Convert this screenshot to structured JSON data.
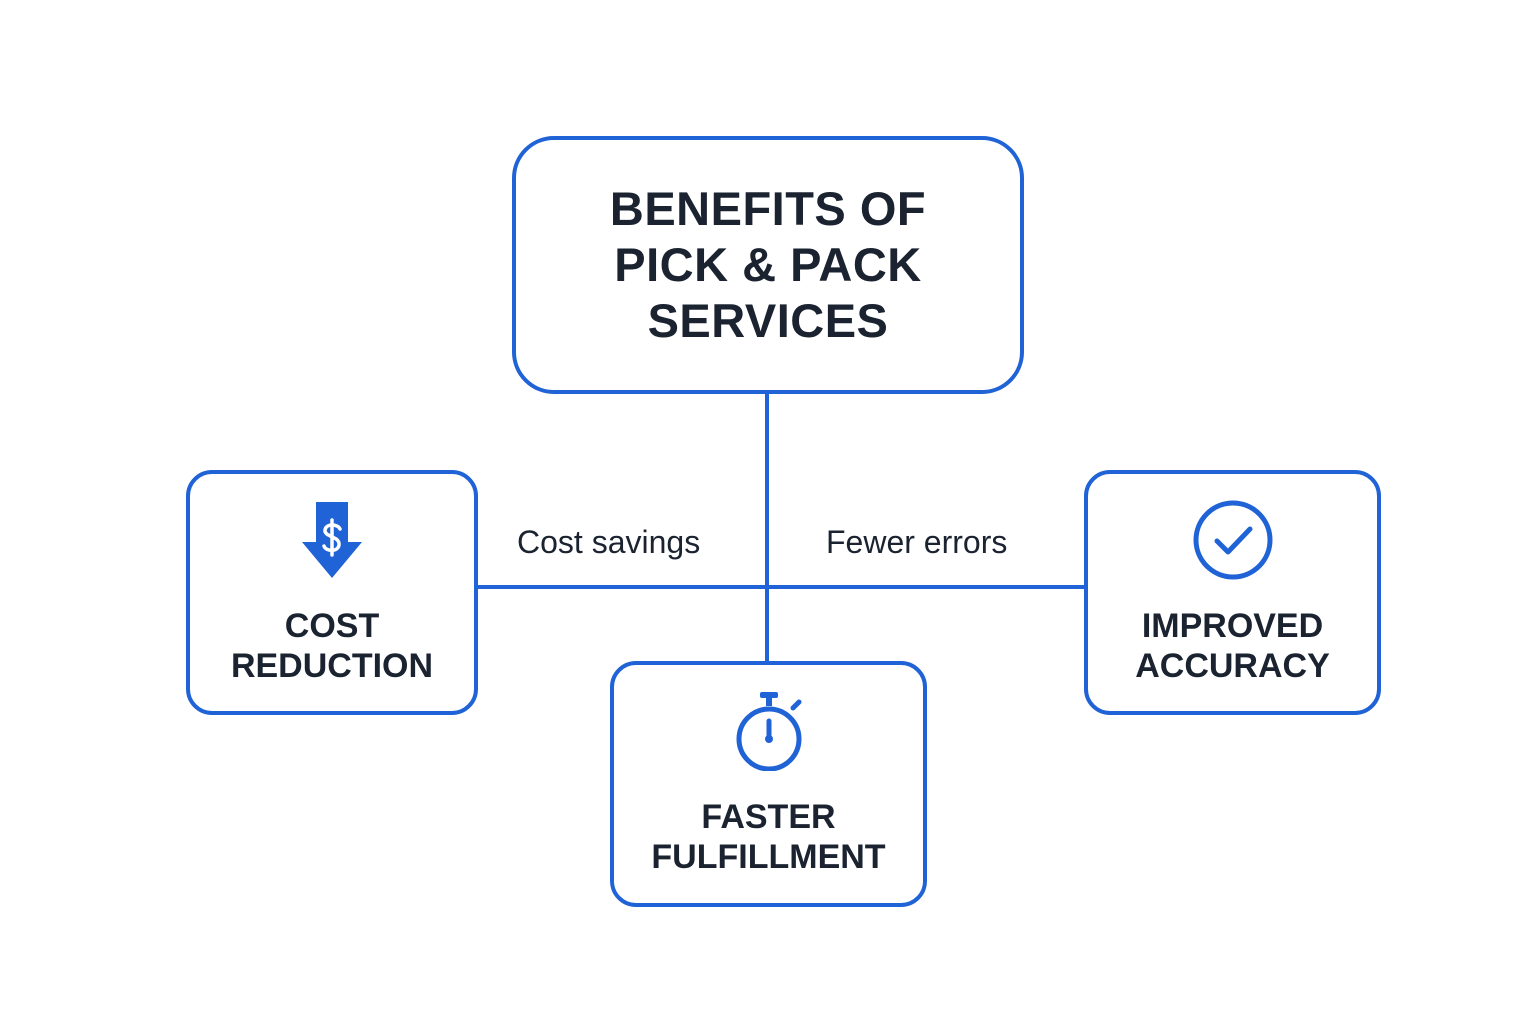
{
  "diagram": {
    "root": {
      "title": "BENEFITS OF\nPICK & PACK\nSERVICES"
    },
    "benefits": [
      {
        "label": "COST\nREDUCTION",
        "icon": "dollar-down-arrow-icon"
      },
      {
        "label": "FASTER\nFULFILLMENT",
        "icon": "stopwatch-icon"
      },
      {
        "label": "IMPROVED\nACCURACY",
        "icon": "check-circle-icon"
      }
    ],
    "edge_labels": {
      "left": "Cost savings",
      "right": "Fewer errors"
    },
    "colors": {
      "accent": "#1f63d6",
      "text": "#1b2330",
      "background": "#ffffff"
    }
  }
}
